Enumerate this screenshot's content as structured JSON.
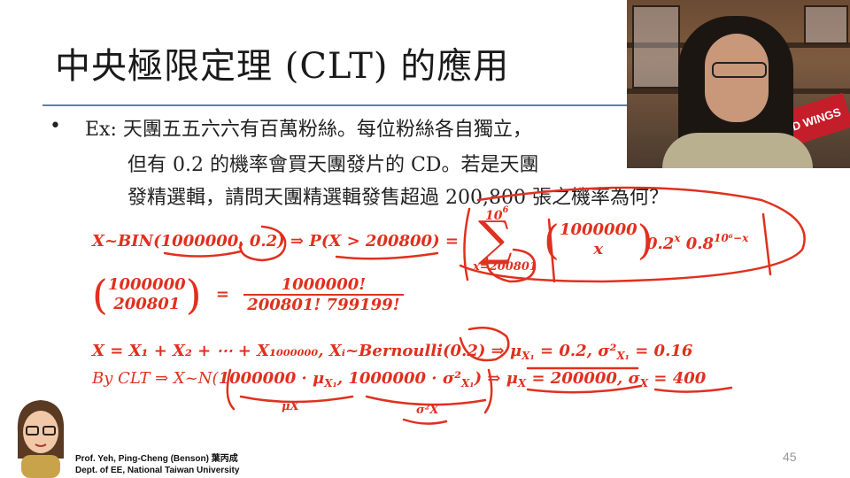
{
  "slide": {
    "title": "中央極限定理 (CLT) 的應用",
    "bullet": "•",
    "body_lines": [
      "Ex: 天團五五六六有百萬粉絲。每位粉絲各自獨立，",
      "但有 0.2 的機率會買天團發片的 CD。若是天團",
      "發精選輯，請問天團精選輯發售超過 200,800 張之機率為何？"
    ],
    "math": {
      "line1_left": "X~BIN(1000000, 0.2) ⇒ P(X > 200800) =",
      "sum_top": "10",
      "sum_top_exp": "6",
      "sum_bottom": "x=200801",
      "binom_top": "1000000",
      "binom_bottom": "x",
      "term_tail": "0.2",
      "term_tail_sup": "x",
      "term_tail2": "0.8",
      "term_tail2_sup": "10⁶−x",
      "line2_binom_top": "1000000",
      "line2_binom_bottom": "200801",
      "line2_eq": "=",
      "line2_num": "1000000!",
      "line2_den": "200801! 799199!",
      "line3": "X = X₁ + X₂ + ⋯ + X₁₀₀₀₀₀₀, Xᵢ~Bernoulli(0.2) ⇒ μ",
      "line3_sub": "X₁",
      "line3_rest": " = 0.2, σ²",
      "line3_sub2": "X₁",
      "line3_end": " = 0.16",
      "line4_start": "By CLT ⇒ X~N(",
      "line4_a": "1000000 · μ",
      "line4_a_sub": "X₁",
      "line4_b": ", 1000000 · σ²",
      "line4_b_sub": "X₁",
      "line4_end": ") ⇒ μ",
      "line4_mu_sub": "X",
      "line4_mu_val": " = 200000, σ",
      "line4_sig_sub": "X",
      "line4_sig_val": " = 400",
      "brace_label_1": "μX",
      "brace_label_2": "σ²X"
    },
    "page_number": "45",
    "presenter_line1": "Prof. Yeh, Ping-Cheng (Benson) 葉丙成",
    "presenter_line2": "Dept. of EE,  National Taiwan University"
  },
  "webcam": {
    "pennant_text": "RED WINGS"
  },
  "colors": {
    "ink": "#e0301e",
    "rule": "#5b7fb5",
    "text": "#222222"
  }
}
